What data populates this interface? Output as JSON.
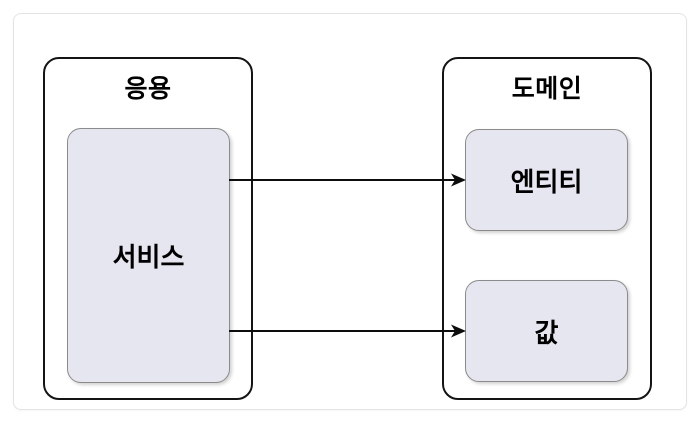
{
  "diagram": {
    "kind": "box-and-arrow architecture diagram",
    "containers": [
      {
        "id": "application",
        "label": "응용",
        "shapes": [
          {
            "id": "service",
            "label": "서비스"
          }
        ]
      },
      {
        "id": "domain",
        "label": "도메인",
        "shapes": [
          {
            "id": "entity",
            "label": "엔티티"
          },
          {
            "id": "value",
            "label": "값"
          }
        ]
      }
    ],
    "edges": [
      {
        "from": "서비스",
        "to": "엔티티",
        "style": "solid-arrow-right"
      },
      {
        "from": "서비스",
        "to": "값",
        "style": "solid-arrow-right"
      }
    ]
  },
  "colors": {
    "background": "#ffffff",
    "card-border": "#e4e4e4",
    "container-border": "#141414",
    "shape-fill": "#e6e6f1",
    "shape-border": "#8b8b8b",
    "edge-color": "#0d0d0d",
    "text-color": "#000000"
  }
}
